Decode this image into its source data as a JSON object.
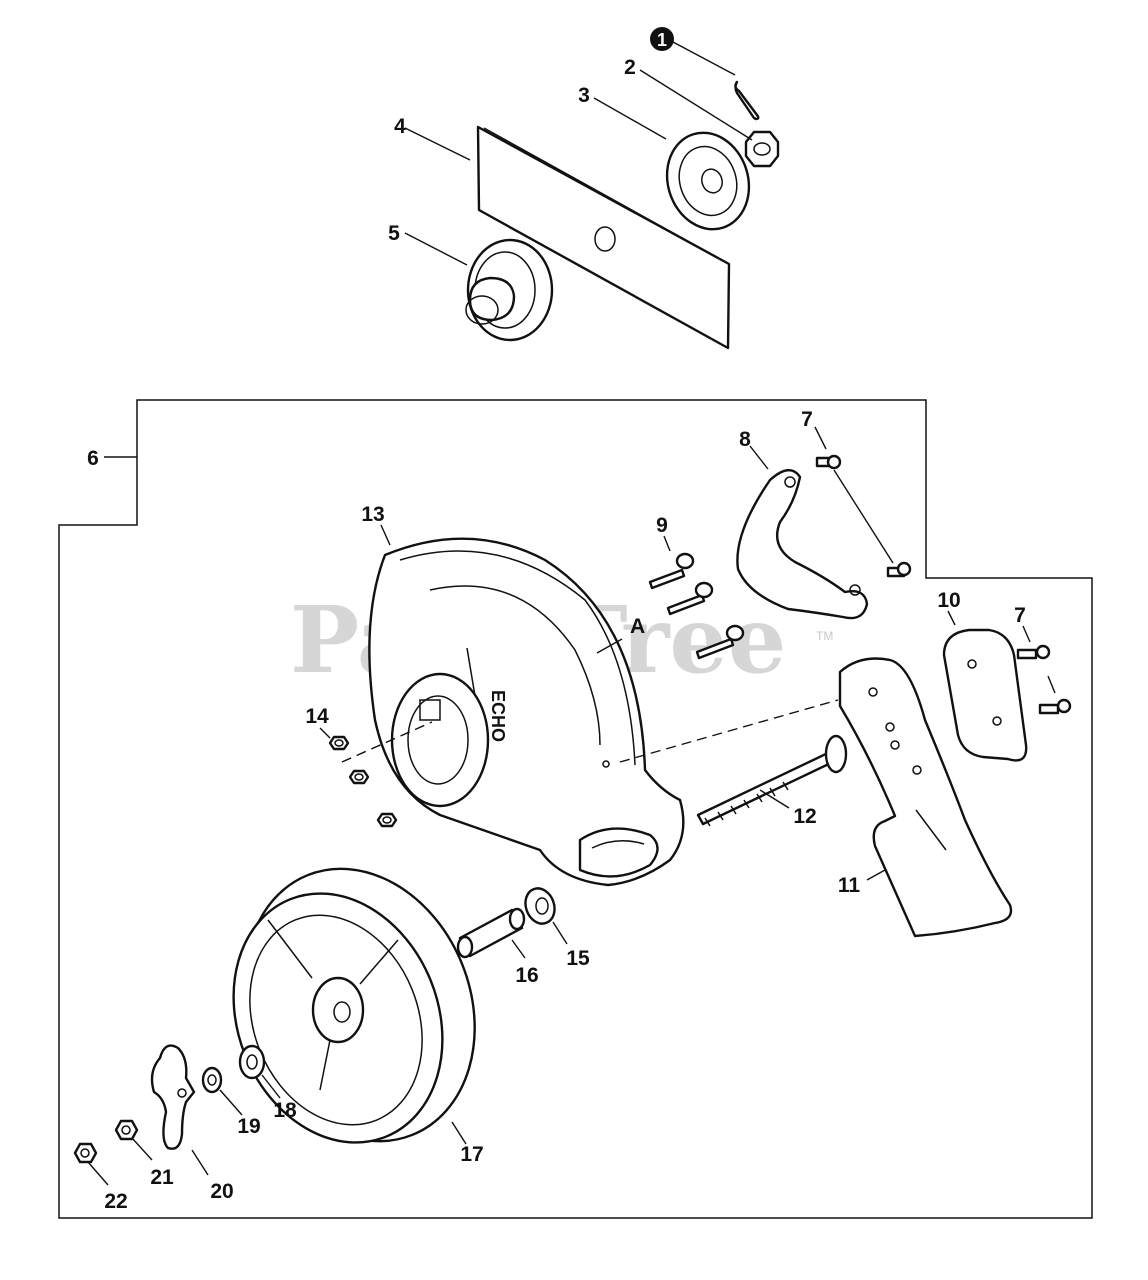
{
  "diagram": {
    "watermark": "PartsTree",
    "watermark_tm": "TM",
    "section_marker": "A",
    "callout_1_badge": "1",
    "labels": [
      "2",
      "3",
      "4",
      "5",
      "6",
      "7",
      "8",
      "9",
      "10",
      "7",
      "11",
      "12",
      "13",
      "14",
      "15",
      "16",
      "17",
      "18",
      "19",
      "20",
      "21",
      "22"
    ],
    "colors": {
      "line": "#111111",
      "watermark": "#c9c9c9",
      "background": "#ffffff"
    }
  }
}
